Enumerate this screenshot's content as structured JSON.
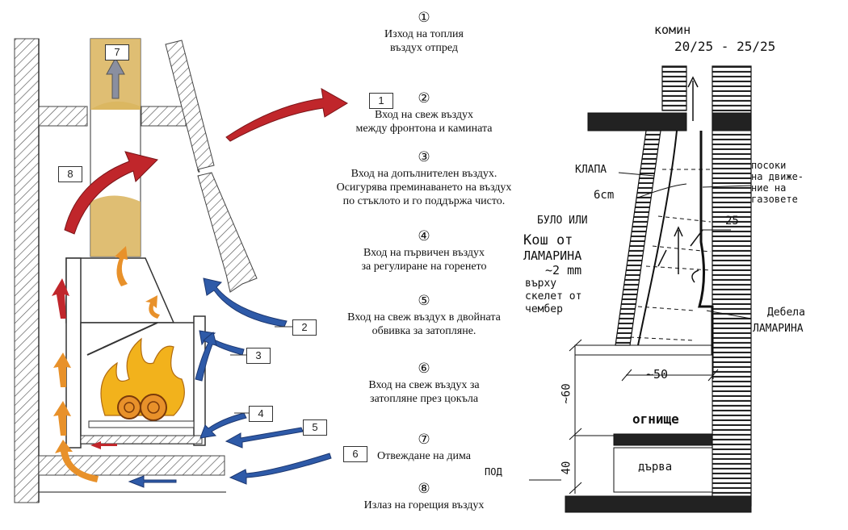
{
  "legend": [
    {
      "num": "①",
      "lines": [
        "Изход на топлия",
        "въздух отпред"
      ]
    },
    {
      "num": "②",
      "lines": [
        "Вход на свеж въздух",
        "между фронтона и камината"
      ]
    },
    {
      "num": "③",
      "lines": [
        "Вход на допълнителен въздух.",
        "Осигурява преминаването на въздух",
        "по стъклото и го поддържа чисто."
      ]
    },
    {
      "num": "④",
      "lines": [
        "Вход на първичен въздух",
        "за регулиране на горенето"
      ]
    },
    {
      "num": "⑤",
      "lines": [
        "Вход на свеж въздух в двойната",
        "обвивка за затопляне."
      ]
    },
    {
      "num": "⑥",
      "lines": [
        "Вход на свеж въздух за",
        "затопляне през цокъла"
      ]
    },
    {
      "num": "⑦",
      "lines": [
        "Отвеждане на дима"
      ]
    },
    {
      "num": "⑧",
      "lines": [
        "Излаз на горещия въздух"
      ]
    }
  ],
  "diagram_labels": {
    "b1": "1",
    "b2": "2",
    "b3": "3",
    "b4": "4",
    "b5": "5",
    "b6": "6",
    "b7": "7",
    "b8": "8"
  },
  "sketch": {
    "komin": "комин",
    "size": "20/25 - 25/25",
    "klapa": "КЛАПА",
    "six_cm": "6cm",
    "posoki_1": "посоки",
    "posoki_2": "на движе-",
    "posoki_3": "ние на",
    "posoki_4": "газовете",
    "bulo_1": "БУЛО ИЛИ",
    "bulo_2": "Кош от",
    "bulo_3": "ЛАМАРИНА",
    "bulo_4": "~2 mm",
    "bulo_5": "върху",
    "bulo_6": "скелет от",
    "bulo_7": "чембер",
    "debela_1": "Дебела",
    "debela_2": "ЛАМАРИНА",
    "dim25": "25",
    "dim50": "~50",
    "dim60": "~60",
    "dim40": "40",
    "ognishte": "огнище",
    "darva": "дърва",
    "pod": "ПОД"
  },
  "colors": {
    "red_arrow": "#c0262b",
    "blue_arrow": "#2e5aa8",
    "orange_arrow": "#e8912a",
    "chimney": "#d9b35a",
    "flame": "#f2b21c"
  }
}
